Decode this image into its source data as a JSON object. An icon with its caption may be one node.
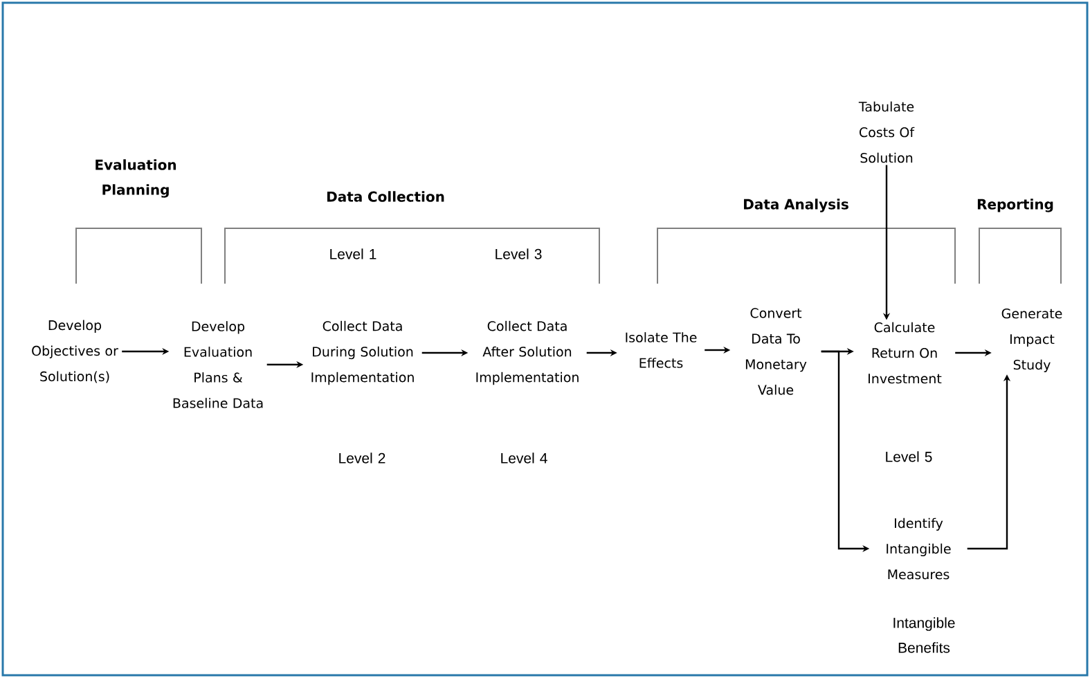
{
  "diagram": {
    "nodes": [
      {
        "text": [
          "Develop Objectives or Solution(s)"
        ]
      },
      {
        "text": [
          "Develop Evaluation Plans & Baseline Data"
        ]
      },
      {
        "text": [
          "Collect Data During Solution Implementation"
        ]
      },
      {
        "text": [
          "Collect Data After Solution Implementation"
        ]
      },
      {
        "text": [
          "Isolate The Effects"
        ]
      },
      {
        "text": [
          "Convert Data To Monetary Value"
        ]
      },
      {
        "text": [
          "Calculate Return On Investment"
        ]
      },
      {
        "text": [
          "Generate Impact Study"
        ]
      },
      {
        "text": [
          "Tabulate Costs Of Solution"
        ]
      },
      {
        "text": [
          "Identify Intangible Measures"
        ]
      }
    ],
    "edges": [
      {
        "from": 0,
        "to": 1,
        "arrow": "to"
      },
      {
        "from": 1,
        "to": 2,
        "arrow": "to"
      },
      {
        "from": 2,
        "to": 3,
        "arrow": "to"
      },
      {
        "from": 3,
        "to": 4,
        "arrow": "to"
      },
      {
        "from": 4,
        "to": 5,
        "arrow": "to"
      },
      {
        "from": 5,
        "to": 6,
        "arrow": "to"
      },
      {
        "from": 6,
        "to": 7,
        "arrow": "to"
      },
      {
        "from": 8,
        "to": 6,
        "arrow": "to"
      },
      {
        "from": 5,
        "to": 9,
        "arrow": "to"
      },
      {
        "from": 9,
        "to": 7,
        "arrow": "to"
      }
    ],
    "labels": [
      "Evaluation Planning",
      "Data Collection",
      "Data Analysis",
      "Reporting",
      "Level 1",
      "Level 3",
      "Level 2",
      "Level 4",
      "Level 5",
      "Intangible Benefits"
    ]
  }
}
